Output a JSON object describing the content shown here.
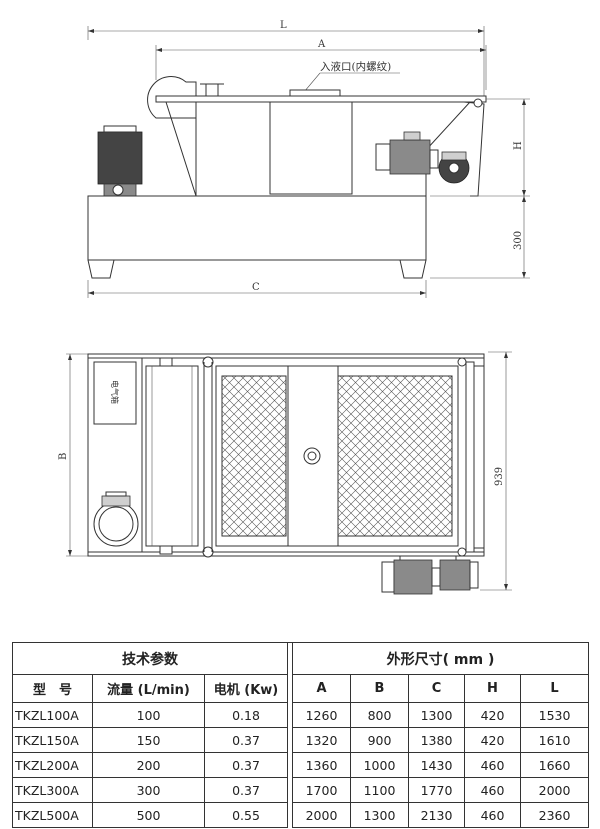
{
  "drawing": {
    "dim_L": "L",
    "dim_A": "A",
    "dim_H": "H",
    "dim_300": "300",
    "dim_C": "C",
    "dim_B": "B",
    "dim_939": "939",
    "inlet_label": "入液口(内螺纹)",
    "panel_label": "电气箱"
  },
  "table": {
    "group_left": "技术参数",
    "group_right": "外形尺寸( mm )",
    "headers": [
      "型　号",
      "流量 (L/min)",
      "电机 (Kw)",
      "A",
      "B",
      "C",
      "H",
      "L"
    ],
    "rows": [
      [
        "TKZL100A",
        "100",
        "0.18",
        "1260",
        "800",
        "1300",
        "420",
        "1530"
      ],
      [
        "TKZL150A",
        "150",
        "0.37",
        "1320",
        "900",
        "1380",
        "420",
        "1610"
      ],
      [
        "TKZL200A",
        "200",
        "0.37",
        "1360",
        "1000",
        "1430",
        "460",
        "1660"
      ],
      [
        "TKZL300A",
        "300",
        "0.37",
        "1700",
        "1100",
        "1770",
        "460",
        "2000"
      ],
      [
        "TKZL500A",
        "500",
        "0.55",
        "2000",
        "1300",
        "2130",
        "460",
        "2360"
      ]
    ]
  }
}
